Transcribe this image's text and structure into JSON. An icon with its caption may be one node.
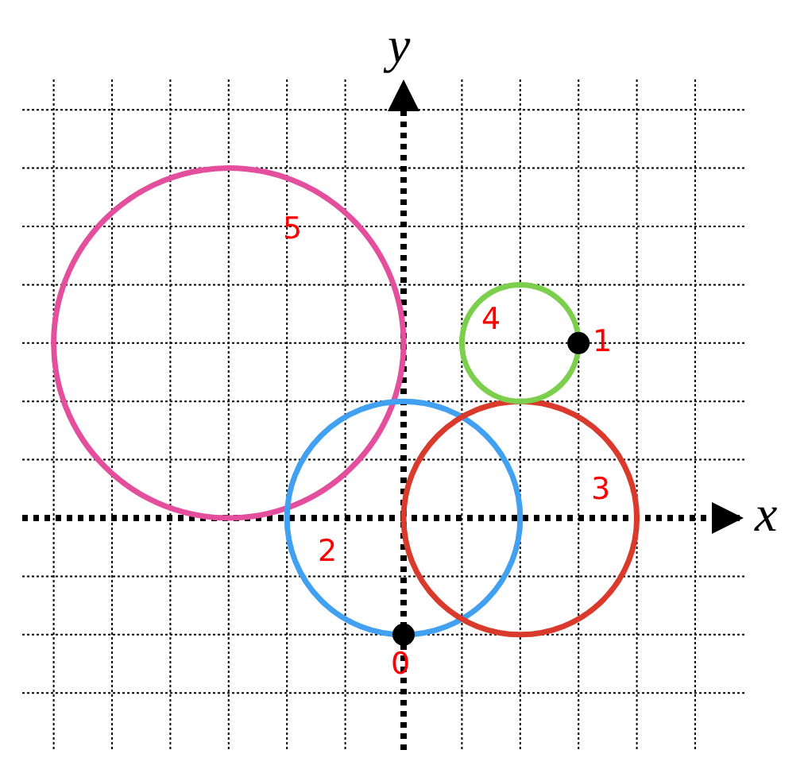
{
  "diagram": {
    "labels": [
      "y",
      "5",
      "4",
      "1",
      "3",
      "x",
      "2",
      "0"
    ]
  }
}
